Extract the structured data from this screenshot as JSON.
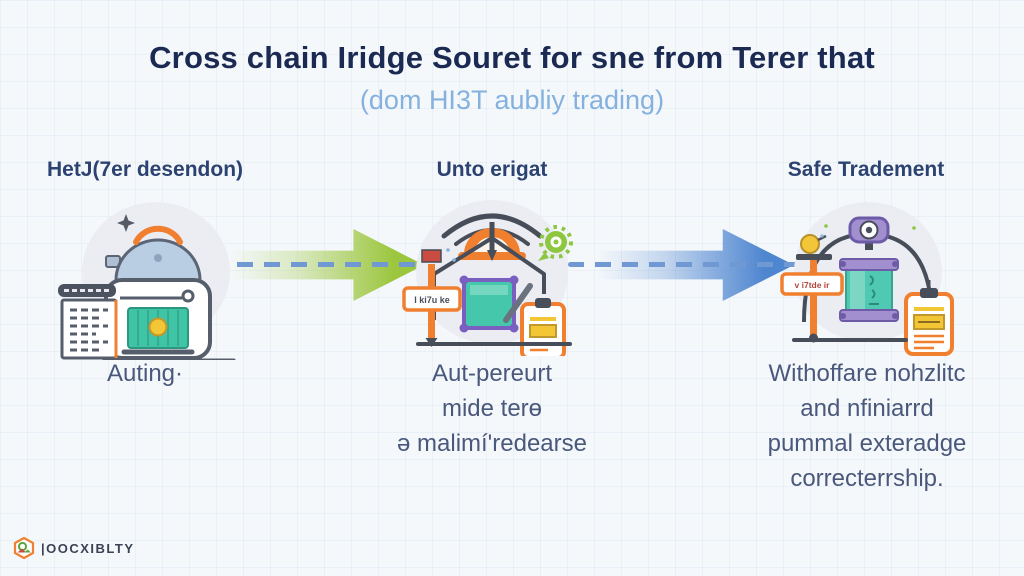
{
  "page": {
    "title": "Cross chain Iridge Souret for sne from Terer that",
    "subtitle": "(dom HI3T aubliy trading)"
  },
  "steps": [
    {
      "header": "HetJ(7er desendon)",
      "caption_lines": [
        "Auting·"
      ],
      "illustration": "kettle-machine-with-ledger"
    },
    {
      "header": "Unto erigat",
      "caption_lines": [
        "Aut-pereurt",
        "mide terɵ",
        "ə malimí'redearse"
      ],
      "sign_label": "I ki7u ke",
      "illustration": "gauge-house-with-signpost"
    },
    {
      "header": "Safe Tradement",
      "caption_lines": [
        "Withoffare nohzlitc",
        "and nfiniarrd",
        "pummal exteradge",
        "correcterrship."
      ],
      "sign_label": "v i7tde ir",
      "illustration": "arch-vault-with-clipboard"
    }
  ],
  "connectors": [
    {
      "type": "gradient-arrow",
      "color": "#9cc63e",
      "direction": "right"
    },
    {
      "type": "gradient-arrow",
      "color": "#4f86d0",
      "direction": "right"
    },
    {
      "type": "dashed-line",
      "color": "#7099d4"
    }
  ],
  "footer": {
    "logo_text": "|OOCXIBLTY"
  },
  "colors": {
    "background": "#f5f8fb",
    "title": "#1b2a52",
    "subtitle": "#84b1de",
    "header": "#2c4270",
    "caption": "#4a587c",
    "arrow_green": "#9cc63e",
    "arrow_blue": "#4f86d0",
    "dash_line": "#7099d4",
    "accent_orange": "#f08030",
    "accent_teal": "#3fc4a5",
    "accent_purple": "#7b5fc0",
    "coin_yellow": "#f3c636"
  }
}
